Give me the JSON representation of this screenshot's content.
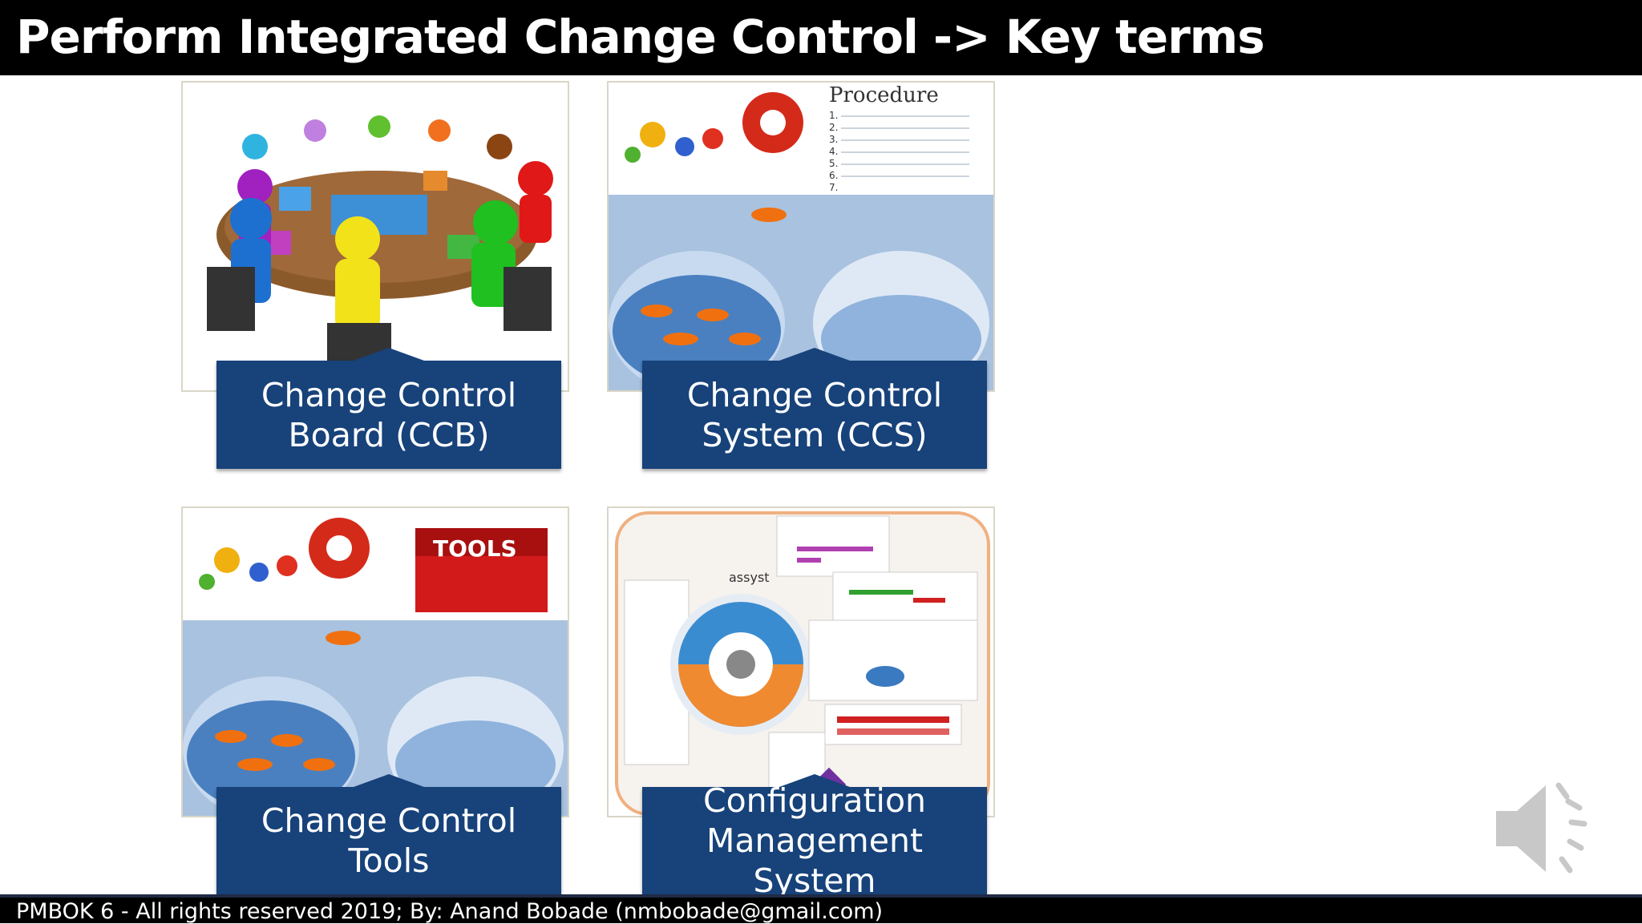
{
  "slide": {
    "title": "Perform Integrated Change Control  -> Key terms",
    "footer": "PMBOK 6 - All rights reserved 2019; By: Anand Bobade (nmbobade@gmail.com)"
  },
  "cards": [
    {
      "label": "Change Control\nBoard (CCB)",
      "image_icon": "meeting-table-puzzle-icon"
    },
    {
      "label": "Change Control\nSystem (CCS)",
      "image_icon": "procedure-fishbowl-icon",
      "image_text": "Procedure",
      "image_numbers": [
        "1.",
        "2.",
        "3.",
        "4.",
        "5.",
        "6.",
        "7."
      ]
    },
    {
      "label": "Change Control Tools",
      "image_icon": "tools-fishbowl-icon",
      "image_text": "TOOLS"
    },
    {
      "label": "Configuration\nManagement System",
      "image_icon": "assyst-cloud-diagram-icon",
      "image_text": "assyst"
    }
  ],
  "colors": {
    "label_bg": "#17427a",
    "title_bg": "#000000"
  },
  "audio": {
    "icon": "speaker-icon"
  }
}
